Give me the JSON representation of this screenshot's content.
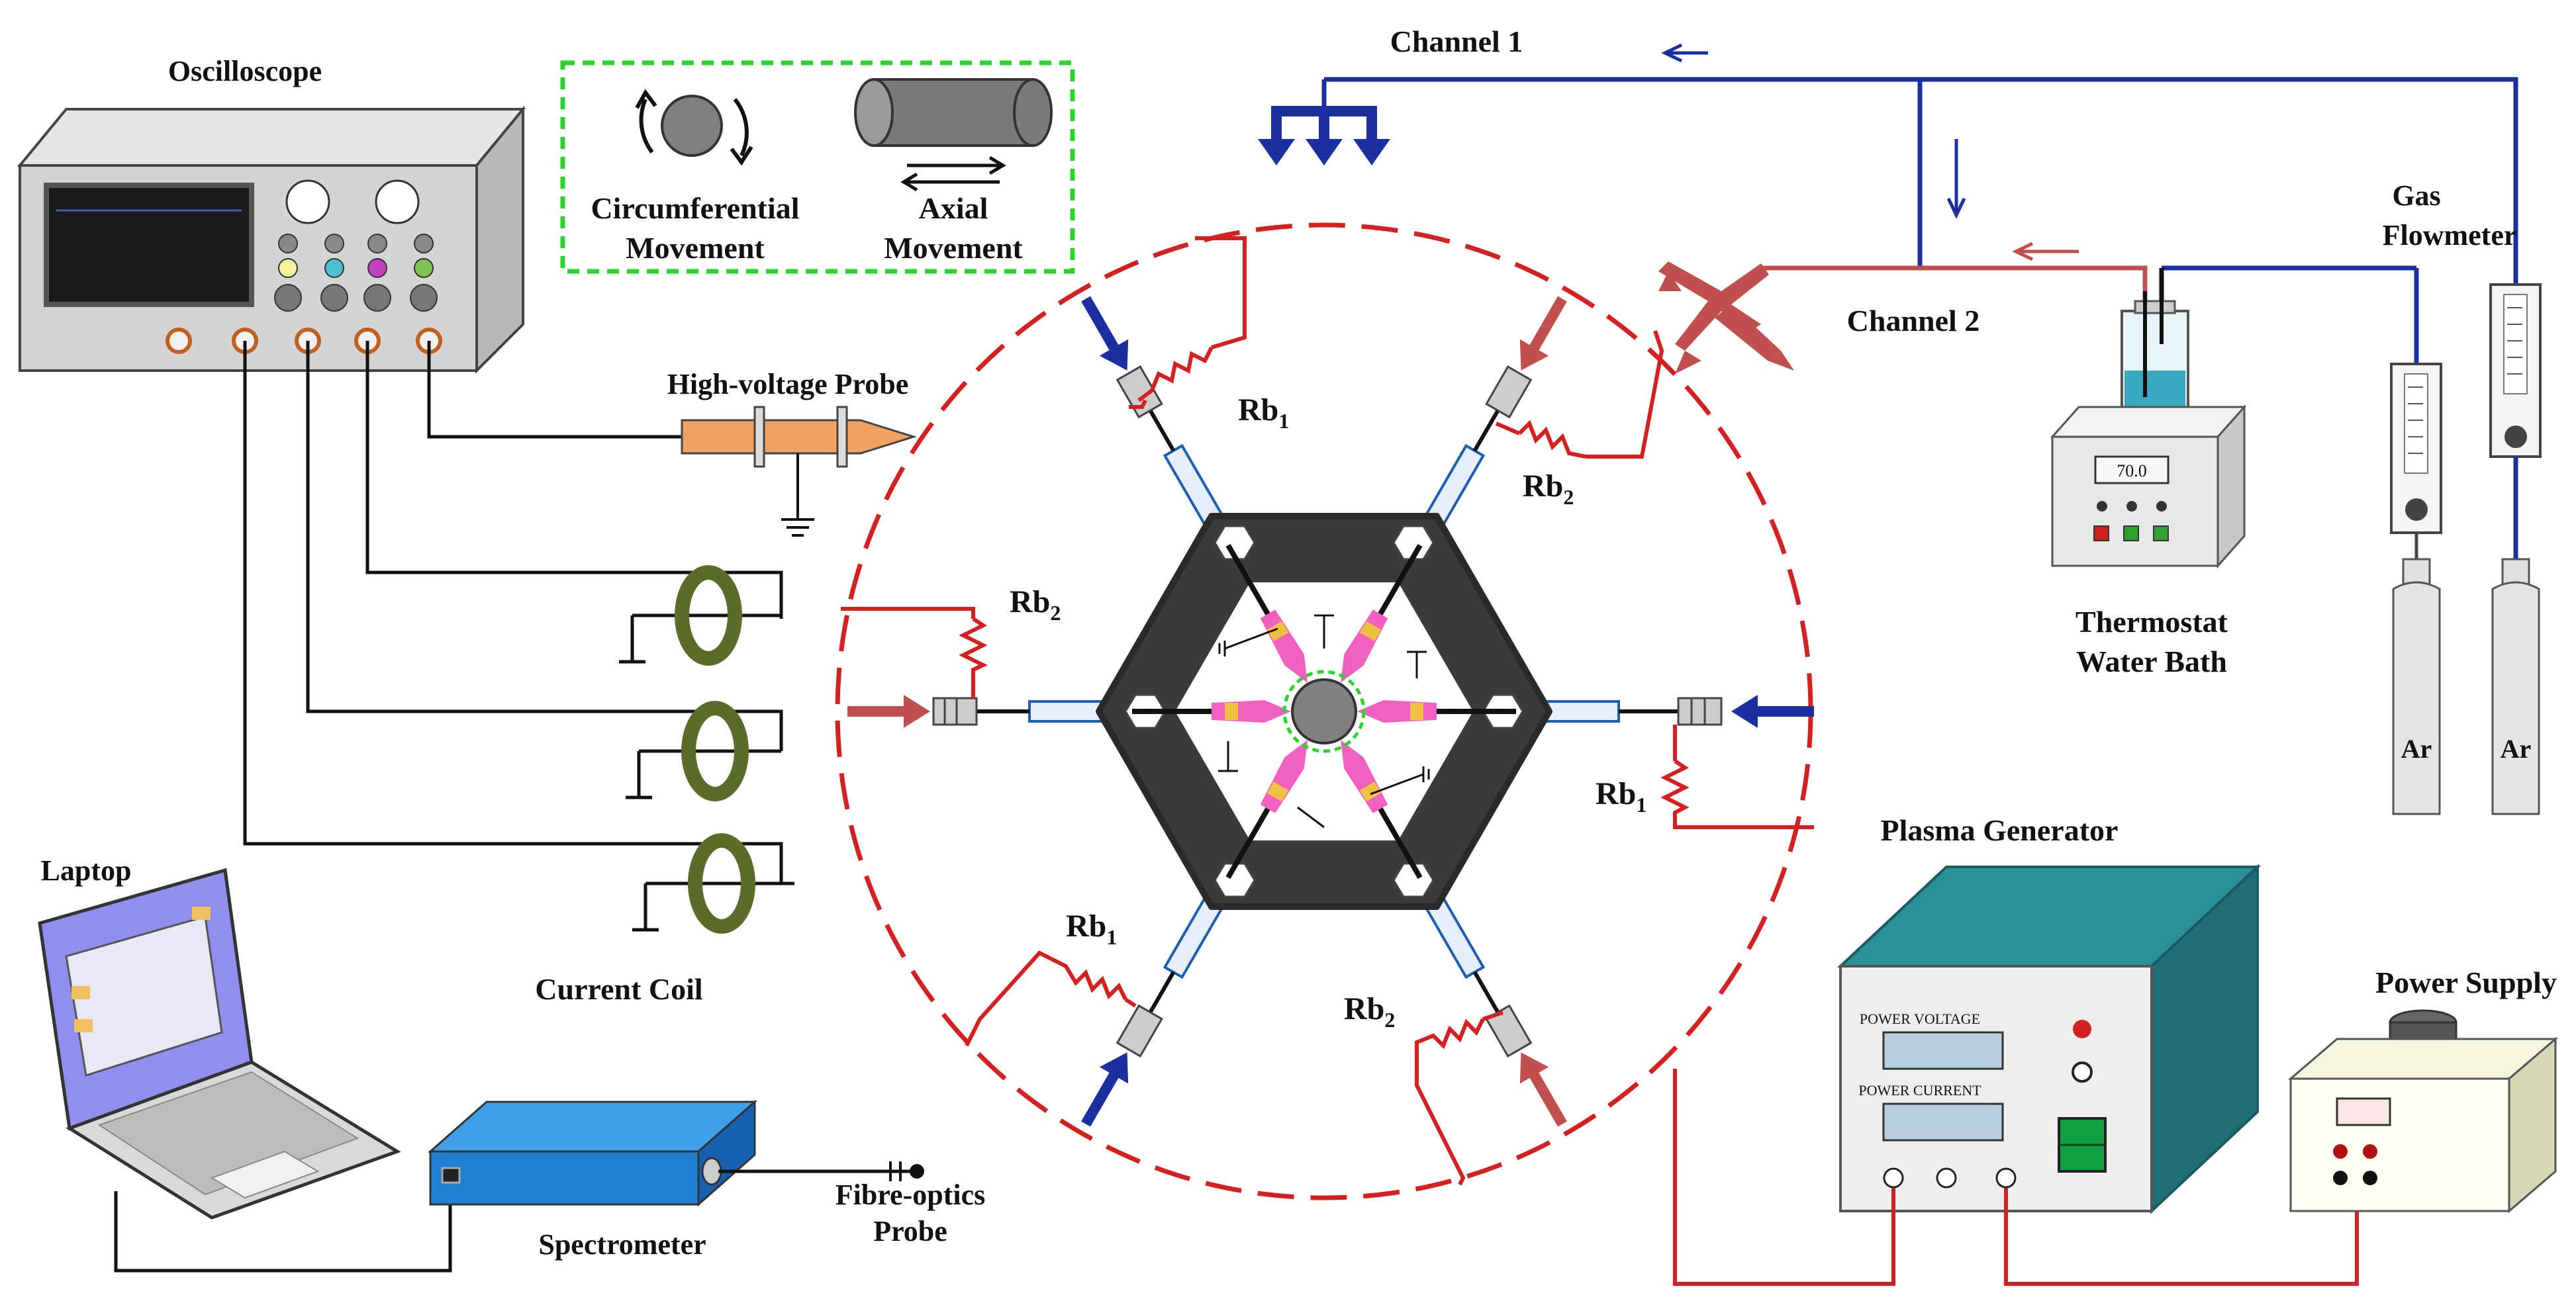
{
  "labels": {
    "oscilloscope": "Oscilloscope",
    "hv_probe": "High-voltage Probe",
    "current_coil": "Current Coil",
    "laptop": "Laptop",
    "spectrometer": "Spectrometer",
    "fibre_line1": "Fibre-optics",
    "fibre_line2": "Probe",
    "channel1": "Channel  1",
    "channel2": "Channel  2",
    "gas_line1": "Gas",
    "gas_line2": "Flowmeter",
    "thermo_line1": "Thermostat",
    "thermo_line2": "Water Bath",
    "plasma_gen": "Plasma Generator",
    "power_supply": "Power Supply",
    "ar1": "Ar",
    "ar2": "Ar",
    "rb_main": "Rb",
    "rb1_sub": "1",
    "rb2_sub": "2"
  },
  "legend": {
    "circ_line1": "Circumferential",
    "circ_line2": "Movement",
    "axial_line1": "Axial",
    "axial_line2": "Movement"
  },
  "panel": {
    "power_voltage": "POWER VOLTAGE",
    "power_current": "POWER CURRENT",
    "bath_display": "70.0"
  },
  "colors": {
    "red_wire": "#d42020",
    "blue_pipe": "#1b2fa0",
    "salmon_pipe": "#c0504d",
    "coil_green": "#5a6b2a",
    "hex_dark": "#3b3b3b",
    "probe_orange": "#f0a060",
    "generator_teal": "#2a8f99",
    "spectrometer_blue": "#1f7fd0"
  }
}
